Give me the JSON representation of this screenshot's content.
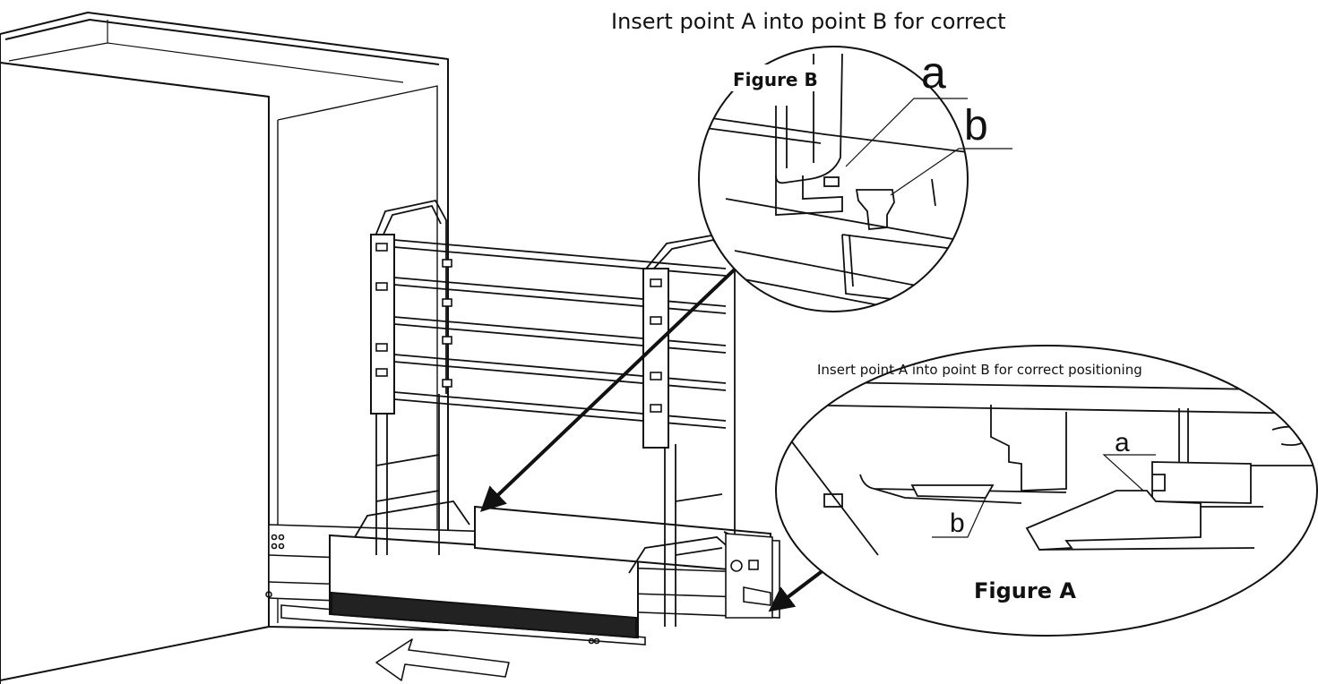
{
  "header": {
    "instruction": "Insert point A into point B for correct"
  },
  "figure_b": {
    "name": "Figure B",
    "label_a": "a",
    "label_b": "b"
  },
  "figure_a": {
    "caption": "Insert point A into point B for correct positioning",
    "name": "Figure A",
    "label_a": "a",
    "label_b": "b"
  },
  "colors": {
    "line": "#111111",
    "background": "#ffffff",
    "gasket": "#222222"
  }
}
